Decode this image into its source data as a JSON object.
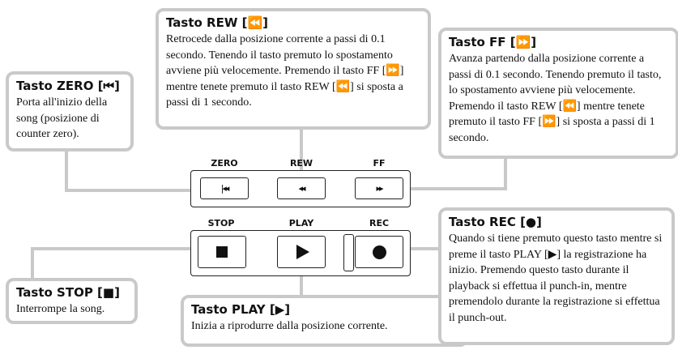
{
  "callouts": {
    "zero": {
      "title": "Tasto ZERO [⏮]",
      "text": "Porta all'inizio della song (posizione di counter zero)."
    },
    "rew": {
      "title": "Tasto REW [⏪]",
      "text": "Retrocede dalla posizione corrente a passi di 0.1 secondo. Tenendo il tasto premuto lo spostamento avviene più velocemente. Premendo il tasto FF [⏩] mentre tenete premuto il tasto REW [⏪] si sposta a passi di 1 secondo."
    },
    "ff": {
      "title": "Tasto FF [⏩]",
      "text": "Avanza partendo dalla posizione corrente a passi di 0.1 secondo. Tenendo premuto il tasto, lo spostamento avviene più velocemente. Premendo il tasto REW [⏪] mentre tenete premuto il tasto FF [⏩] si sposta a passi di 1 secondo."
    },
    "stop": {
      "title": "Tasto STOP [■]",
      "text": "Interrompe la song."
    },
    "play": {
      "title": "Tasto PLAY [▶]",
      "text": "Inizia a riprodurre dalla posizione corrente."
    },
    "rec": {
      "title": "Tasto REC [●]",
      "text": "Quando si tiene premuto questo tasto mentre si preme il tasto PLAY [▶] la registrazione ha inizio. Premendo questo tasto durante il playback si effettua il punch-in, mentre premendolo durante la registrazione si effettua il punch-out."
    }
  },
  "keys": {
    "zero": {
      "label": "ZERO",
      "symbol": "|◂◂"
    },
    "rew": {
      "label": "REW",
      "symbol": "◂◂"
    },
    "ff": {
      "label": "FF",
      "symbol": "▸▸"
    },
    "stop": {
      "label": "STOP"
    },
    "play": {
      "label": "PLAY"
    },
    "rec": {
      "label": "REC"
    }
  },
  "colors": {
    "callout_border": "#c9c9c9",
    "ink": "#111111"
  }
}
